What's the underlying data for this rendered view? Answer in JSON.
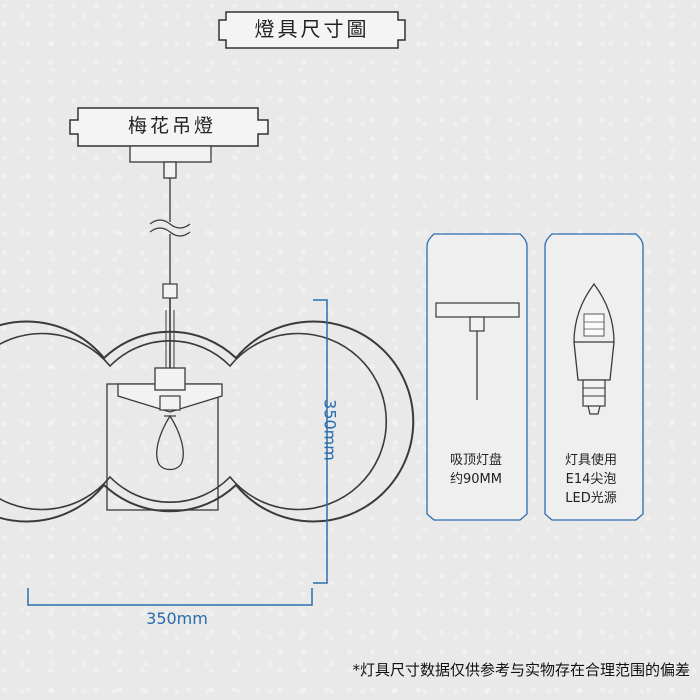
{
  "header": {
    "title": "燈具尺寸圖"
  },
  "product": {
    "name": "梅花吊燈"
  },
  "dimensions": {
    "width": "350mm",
    "height": "350mm"
  },
  "cards": [
    {
      "lines": [
        "吸顶灯盘",
        "约90MM"
      ]
    },
    {
      "lines": [
        "灯具使用",
        "E14尖泡",
        "LED光源"
      ]
    }
  ],
  "footer": {
    "disclaimer": "*灯具尺寸数据仅供参考与实物存在合理范围的偏差"
  },
  "colors": {
    "line": "#3a3a3a",
    "dimension": "#2a6dad",
    "card_border": "#2a6dad"
  }
}
